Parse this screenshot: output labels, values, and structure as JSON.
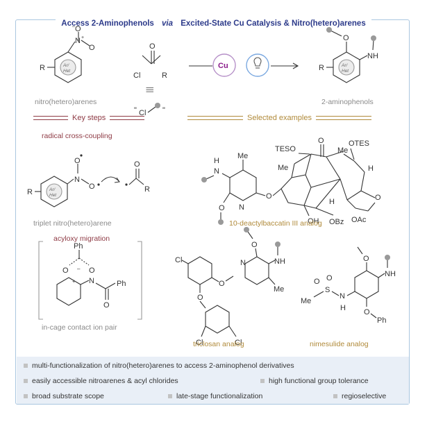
{
  "title": {
    "pre": "Access 2-Aminophenols ",
    "via": "via",
    "post": " Excited-State Cu Catalysis & Nitro(hetero)arenes"
  },
  "labels": {
    "nitroarenes": "nitro(hetero)arenes",
    "aminophenols": "2-aminophenols",
    "key_steps": "Key steps",
    "selected_examples": "Selected examples",
    "radical": "radical cross-coupling",
    "triplet": "triplet nitro(hetero)arene",
    "acyloxy": "acyloxy migration",
    "ion_pair": "in-cage contact ion pair",
    "baccatin": "10-deactylbaccatin III analog",
    "triclosan": "triclosan analog",
    "nimesulide": "nimesulide analog"
  },
  "chem": {
    "R": "R",
    "ArHet1": "Ar/",
    "ArHet2": "Het",
    "N": "N",
    "O": "O",
    "Cl": "Cl",
    "Cu": "Cu",
    "NH": "NH",
    "H": "H",
    "Me": "Me",
    "TESO": "TESO",
    "OTES": "OTES",
    "OH": "OH",
    "OBz": "OBz",
    "OAc": "OAc",
    "Ph": "Ph",
    "S": "S",
    "equiv": "|||",
    "quote_open": "\"",
    "quote_close": "\"",
    "plus": "+",
    "minus": "–"
  },
  "features": [
    {
      "text": "multi-functionalization of nitro(hetero)arenes to access 2-aminophenol derivatives"
    },
    {
      "text": "easily accessible nitroarenes & acyl chlorides"
    },
    {
      "text": "high functional group tolerance"
    },
    {
      "text": "broad substrate scope"
    },
    {
      "text": "late-stage functionalization"
    },
    {
      "text": "regioselective"
    }
  ],
  "colors": {
    "accent": "#2c3a8a",
    "maroon": "#8e3a44",
    "gold": "#b08a3a",
    "cu": "#8a1a8a",
    "panel": "#e9eff7",
    "frame": "#a9c6e0"
  }
}
